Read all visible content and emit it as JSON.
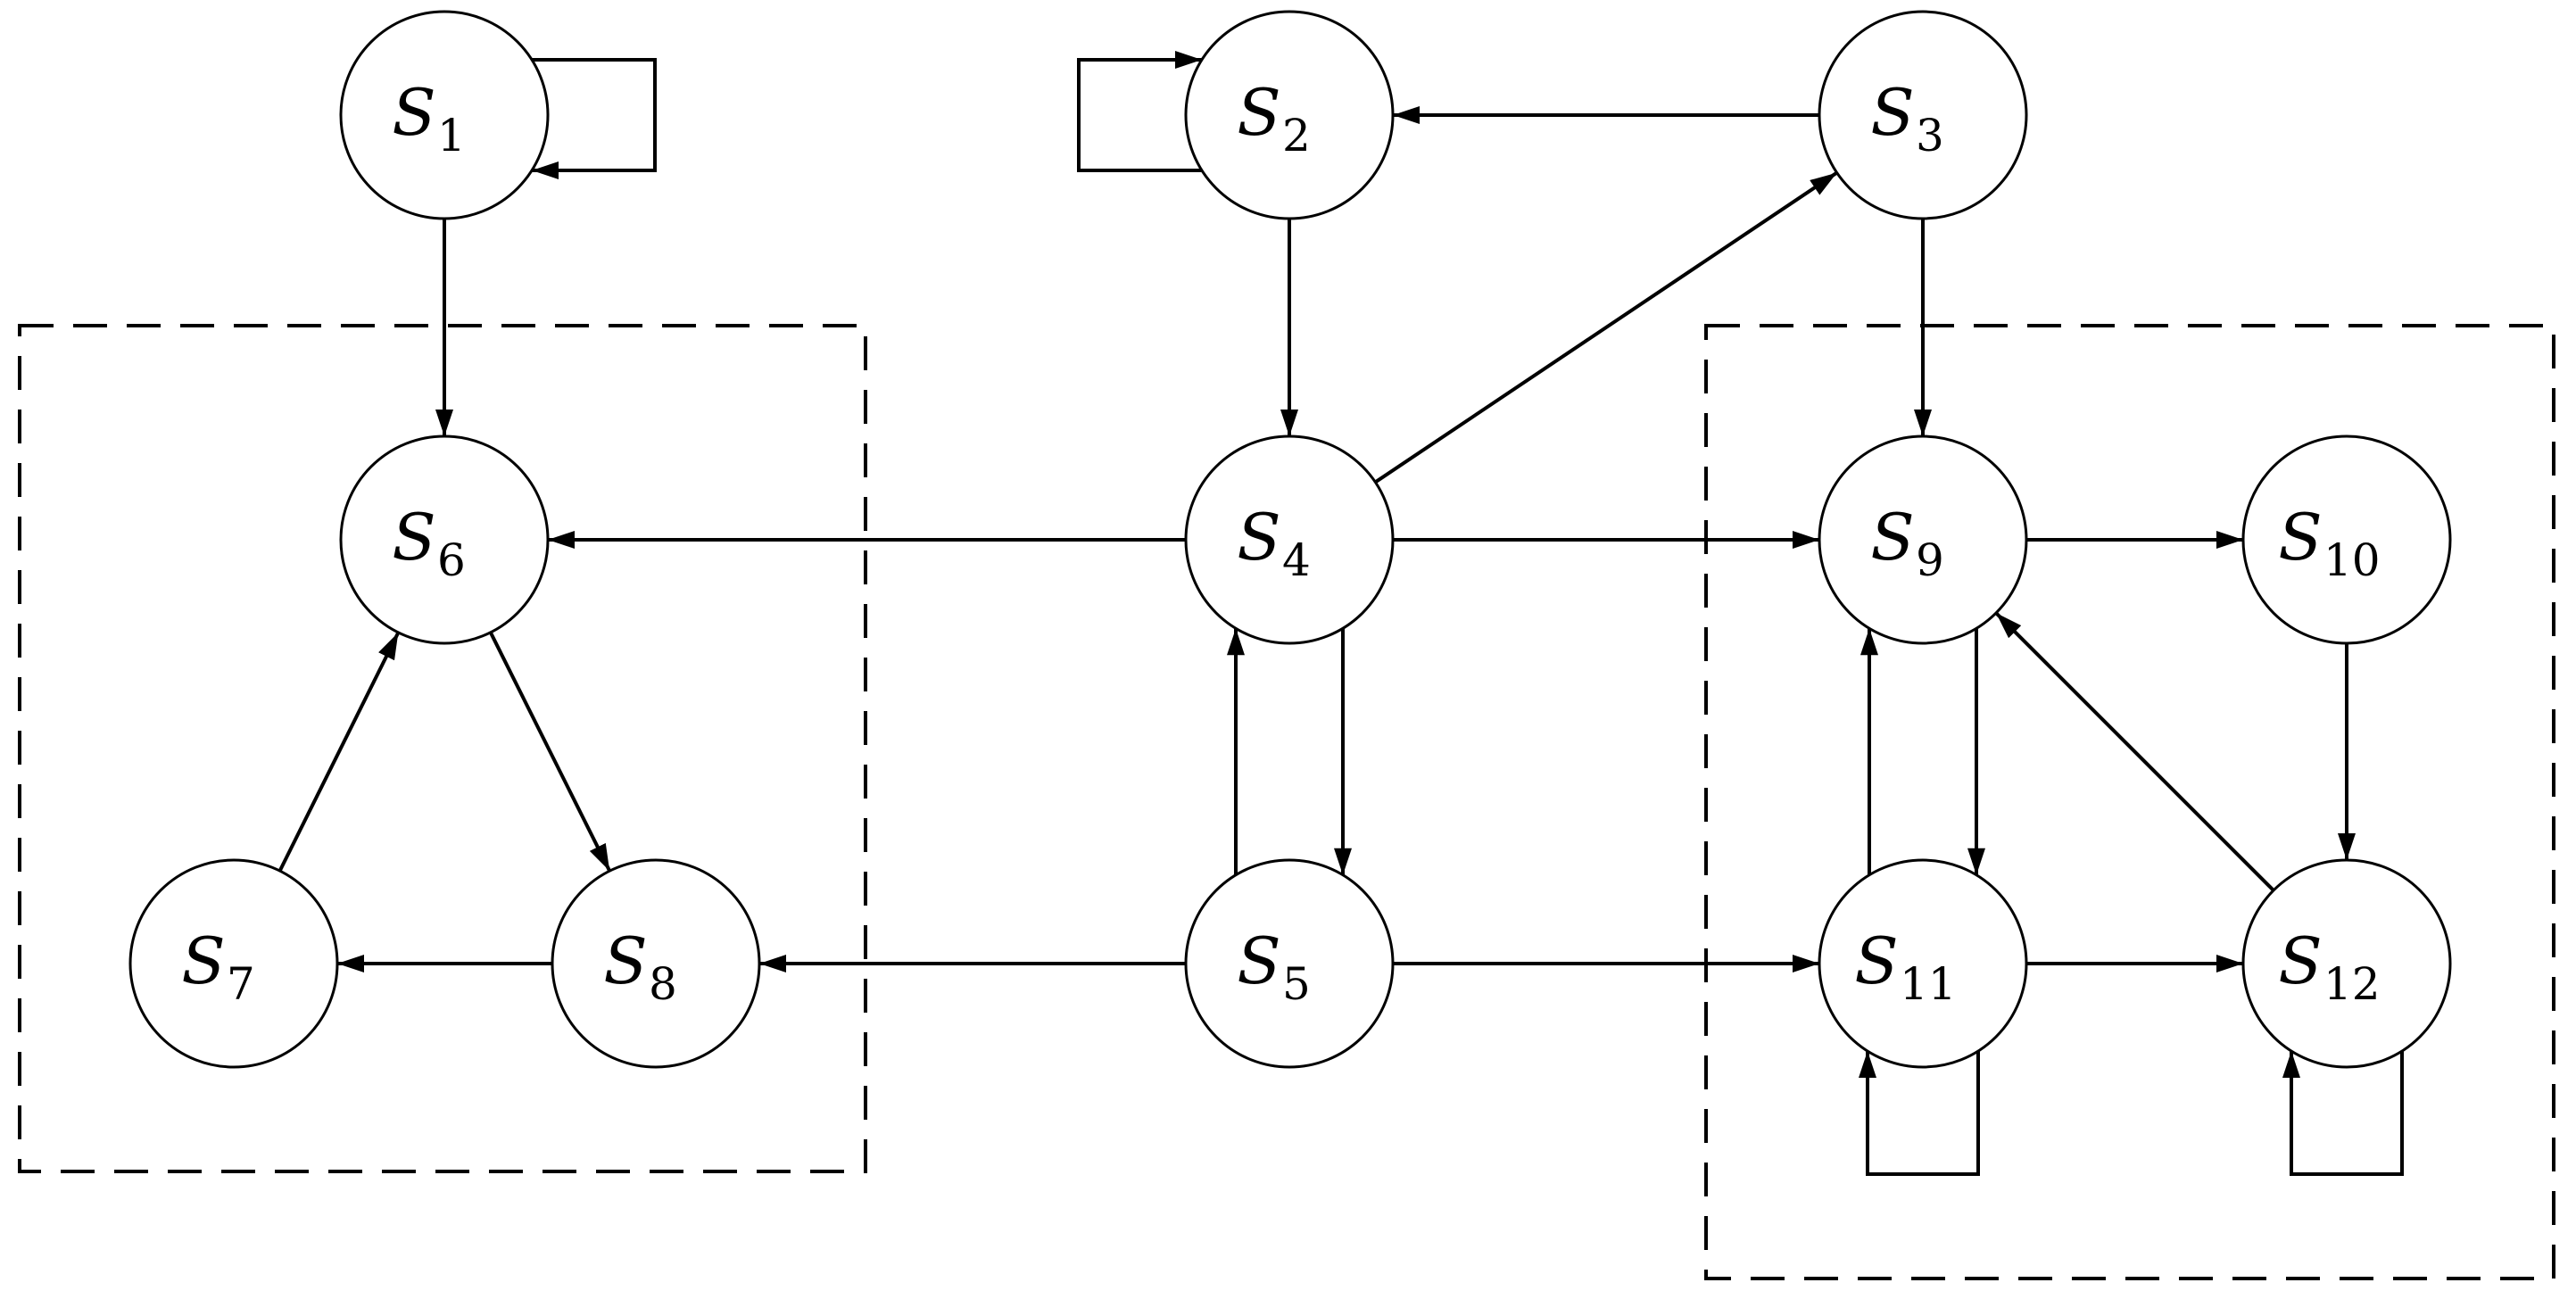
{
  "colors": {
    "stroke": "#000000",
    "background": "#ffffff"
  },
  "nodes": [
    {
      "id": "S1",
      "letter": "S",
      "sub": "1"
    },
    {
      "id": "S2",
      "letter": "S",
      "sub": "2"
    },
    {
      "id": "S3",
      "letter": "S",
      "sub": "3"
    },
    {
      "id": "S4",
      "letter": "S",
      "sub": "4"
    },
    {
      "id": "S5",
      "letter": "S",
      "sub": "5"
    },
    {
      "id": "S6",
      "letter": "S",
      "sub": "6"
    },
    {
      "id": "S7",
      "letter": "S",
      "sub": "7"
    },
    {
      "id": "S8",
      "letter": "S",
      "sub": "8"
    },
    {
      "id": "S9",
      "letter": "S",
      "sub": "9"
    },
    {
      "id": "S10",
      "letter": "S",
      "sub": "10"
    },
    {
      "id": "S11",
      "letter": "S",
      "sub": "11"
    },
    {
      "id": "S12",
      "letter": "S",
      "sub": "12"
    }
  ],
  "edges": [
    {
      "from": "S1",
      "to": "S1"
    },
    {
      "from": "S2",
      "to": "S2"
    },
    {
      "from": "S11",
      "to": "S11"
    },
    {
      "from": "S12",
      "to": "S12"
    },
    {
      "from": "S1",
      "to": "S6"
    },
    {
      "from": "S3",
      "to": "S2"
    },
    {
      "from": "S2",
      "to": "S4"
    },
    {
      "from": "S4",
      "to": "S3"
    },
    {
      "from": "S3",
      "to": "S9"
    },
    {
      "from": "S4",
      "to": "S6"
    },
    {
      "from": "S4",
      "to": "S9"
    },
    {
      "from": "S4",
      "to": "S5"
    },
    {
      "from": "S5",
      "to": "S4"
    },
    {
      "from": "S6",
      "to": "S8"
    },
    {
      "from": "S7",
      "to": "S6"
    },
    {
      "from": "S8",
      "to": "S7"
    },
    {
      "from": "S5",
      "to": "S8"
    },
    {
      "from": "S5",
      "to": "S11"
    },
    {
      "from": "S9",
      "to": "S10"
    },
    {
      "from": "S10",
      "to": "S12"
    },
    {
      "from": "S11",
      "to": "S9"
    },
    {
      "from": "S9",
      "to": "S11"
    },
    {
      "from": "S12",
      "to": "S9"
    },
    {
      "from": "S11",
      "to": "S12"
    }
  ],
  "groups": [
    {
      "id": "left-group",
      "members": [
        "S6",
        "S7",
        "S8"
      ]
    },
    {
      "id": "right-group",
      "members": [
        "S9",
        "S10",
        "S11",
        "S12"
      ]
    }
  ]
}
